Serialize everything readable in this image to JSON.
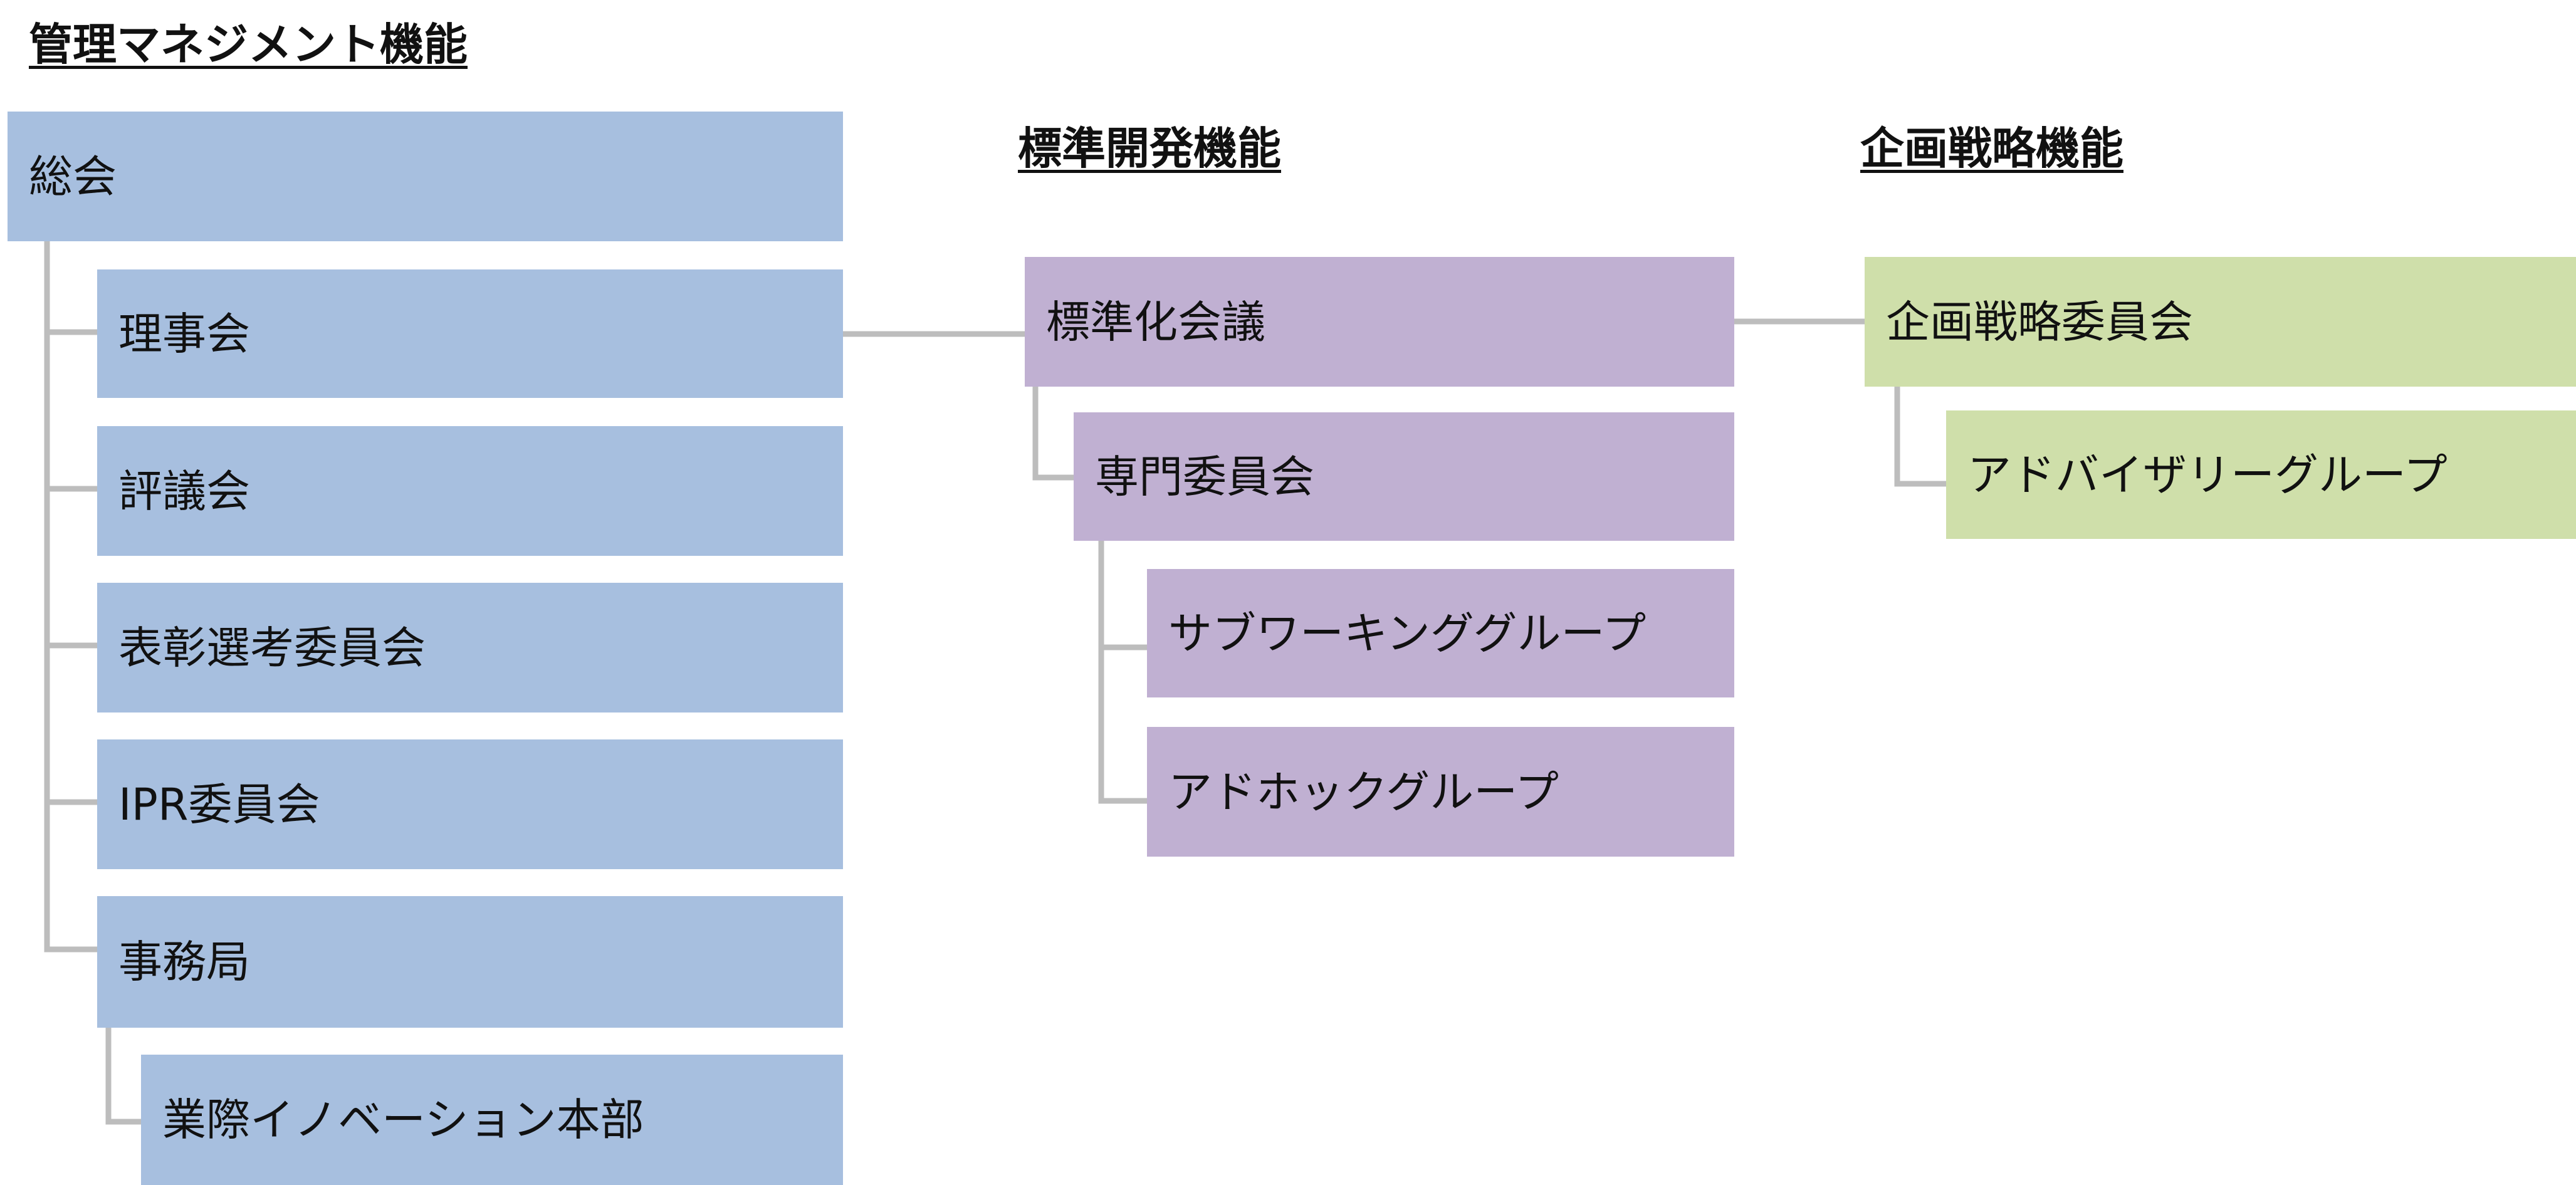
{
  "sections": {
    "management": {
      "heading": "管理マネジメント機能",
      "general_assembly": "総会",
      "board": "理事会",
      "council": "評議会",
      "awards_committee": "表彰選考委員会",
      "ipr_committee": "IPR委員会",
      "secretariat": "事務局",
      "innovation_hq": "業際イノベーション本部"
    },
    "standards": {
      "heading": "標準開発機能",
      "standardization_council": "標準化会議",
      "technical_committee": "専門委員会",
      "sub_working_group": "サブワーキンググループ",
      "adhoc_group": "アドホックグループ"
    },
    "planning": {
      "heading": "企画戦略機能",
      "strategy_committee": "企画戦略委員会",
      "advisory_group": "アドバイザリーグループ"
    }
  },
  "colors": {
    "management": "#a7bfdf",
    "standards": "#c0b0d2",
    "planning": "#cfdfaa",
    "connector": "#bdbdbd"
  }
}
